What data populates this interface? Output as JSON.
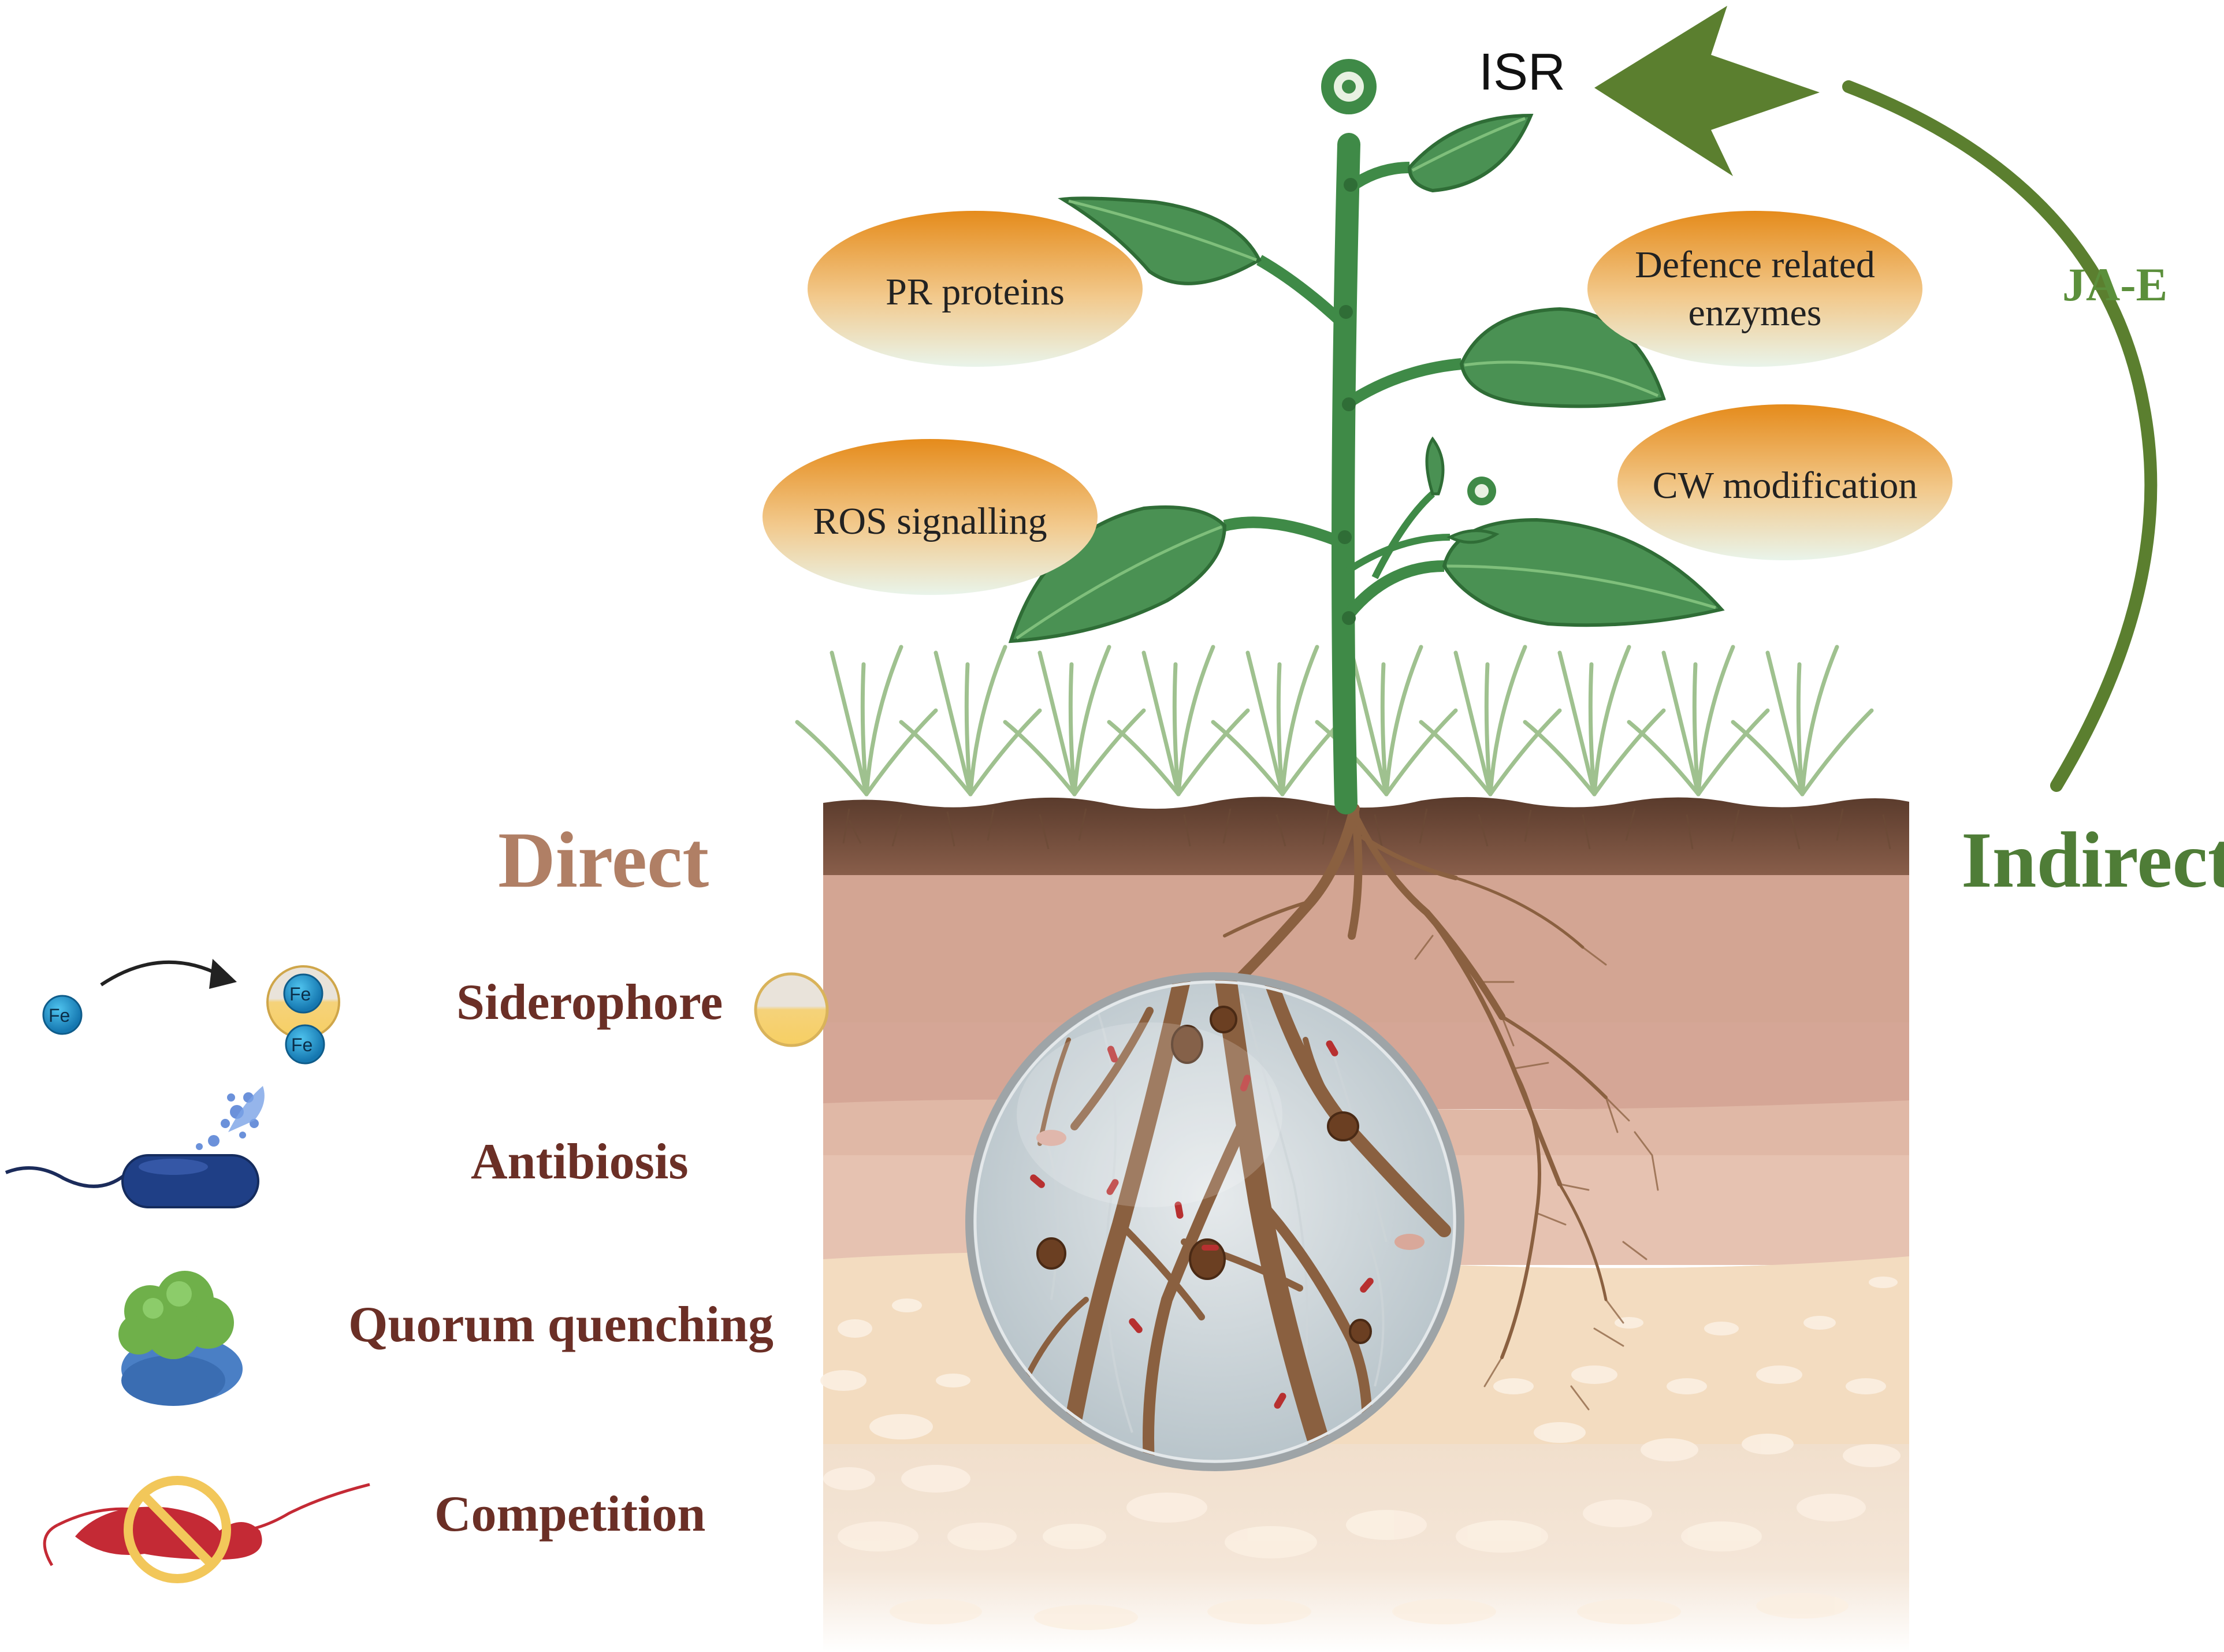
{
  "diagram": {
    "isr_label": "ISR",
    "jae_label": "JA-E",
    "direct_label": "Direct",
    "indirect_label": "Indirect",
    "defence_ellipses": [
      {
        "text": "PR proteins"
      },
      {
        "text": "Defence related\nenzymes"
      },
      {
        "text": "ROS signalling"
      },
      {
        "text": "CW modification"
      }
    ],
    "mechanisms": [
      {
        "label": "Siderophore",
        "icon": "siderophore-icon"
      },
      {
        "label": "Antibiosis",
        "icon": "bacterium-secreting-icon"
      },
      {
        "label": "Quorum quenching",
        "icon": "protein-complex-icon"
      },
      {
        "label": "Competition",
        "icon": "prohibited-bacterium-icon"
      }
    ],
    "iron_symbol": "Fe",
    "colors": {
      "direct": "#b07f65",
      "indirect": "#4f7d37",
      "arrow": "#5b7f2f",
      "ellipse_top": "#e58b1b",
      "ellipse_bottom": "#e7f3e2",
      "mechanism_text": "#6b2f26"
    }
  }
}
